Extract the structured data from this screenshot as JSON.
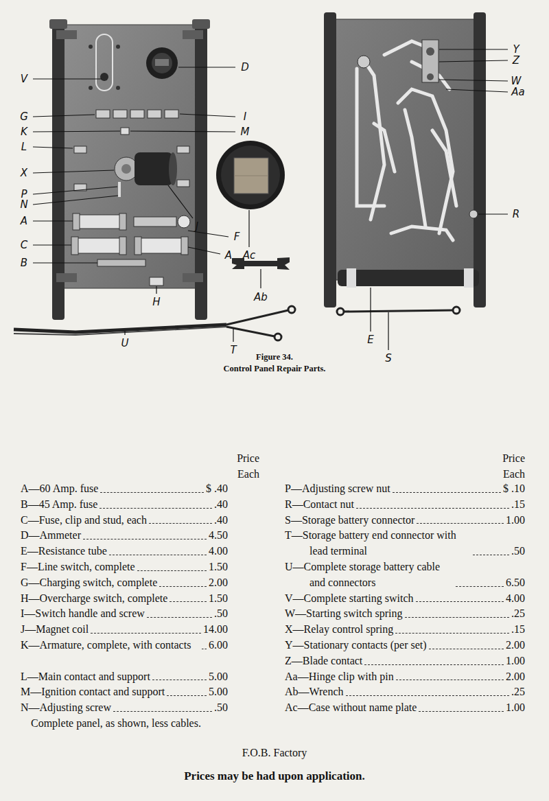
{
  "diagram": {
    "title": "Figure 34.",
    "caption": "Control Panel Repair Parts.",
    "labels": [
      "V",
      "D",
      "G",
      "I",
      "K",
      "M",
      "L",
      "X",
      "P",
      "N",
      "J",
      "Ac",
      "A",
      "F",
      "C",
      "A",
      "B",
      "Ab",
      "H",
      "U",
      "T",
      "Y",
      "Z",
      "W",
      "Aa",
      "R",
      "E",
      "S",
      "Price",
      "Each",
      "Price",
      "Each",
      "A—60 Amp. fuse",
      "$ .40",
      "B—45 Amp. fuse",
      ".40",
      "C—Fuse, clip and stud, each",
      ".40",
      "D—Ammeter",
      "4.50",
      "E—Resistance tube",
      "4.00",
      "F—Line switch, complete",
      "1.50",
      "G—Charging switch, complete",
      "2.00",
      "H—Overcharge switch, complete",
      "1.50",
      "I—Switch handle and screw",
      ".50",
      "J—Magnet coil",
      "14.00",
      "K—Armature, complete, with contacts",
      "6.00",
      "L—Main contact and support",
      "5.00",
      "M—Ignition contact and support",
      "5.00",
      "N—Adjusting screw",
      ".50",
      "P—Adjusting screw nut",
      "$ .10",
      "R—Contact nut",
      ".15",
      "S—Storage battery connector",
      "1.00",
      "T—Storage battery end connector with lead terminal",
      ".50",
      "U—Complete storage battery cable and connectors",
      "6.50",
      "V—Complete starting switch",
      "4.00",
      "W—Starting switch spring",
      ".25",
      "X—Relay control spring",
      ".15",
      "Y—Stationary contacts (per set)",
      "2.00",
      "Z—Blade contact",
      "1.00",
      "Aa—Hinge clip with pin",
      "2.00",
      "Ab—Wrench",
      ".25",
      "Ac—Case without name plate",
      "1.00",
      "Complete panel, as shown, less cables.",
      "F.O.B. Factory",
      "Prices may be had upon application."
    ]
  }
}
